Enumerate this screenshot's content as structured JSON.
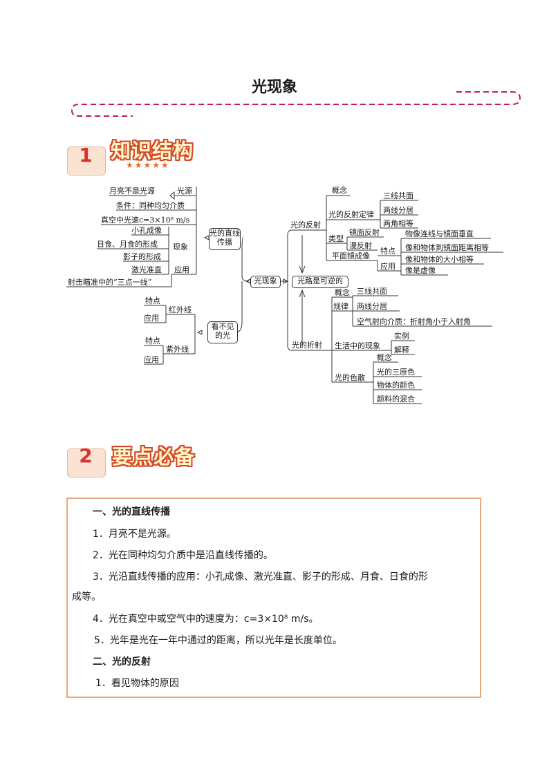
{
  "doc": {
    "title": "光现象"
  },
  "sections": [
    {
      "num": "1",
      "title": "知识结构",
      "stars": "★★★★★"
    },
    {
      "num": "2",
      "title": "要点必备"
    }
  ],
  "mindmap": {
    "center": "光现象",
    "left": {
      "straight": {
        "title": "光的直线传播",
        "items": [
          "月亮不是光源",
          "光源",
          "条件：同种均匀介质",
          "真空中光速c=3×10⁸ m/s",
          "小孔成像",
          "日食、月食的形成",
          "影子的形成",
          "激光准直",
          "射击瞄准中的“三点一线”",
          "现象",
          "应用"
        ]
      },
      "invisible": {
        "title": "看不见的光",
        "items": [
          "特点",
          "应用",
          "红外线",
          "特点",
          "应用",
          "紫外线"
        ]
      }
    },
    "right": {
      "reversible": "光路是可逆的",
      "reflection": {
        "title": "光的反射",
        "items": [
          "概念",
          "光的反射定律",
          "三线共面",
          "两线分居",
          "两角相等",
          "类型",
          "镜面反射",
          "漫反射",
          "平面镜成像",
          "特点",
          "应用",
          "物像连线与镜面垂直",
          "像和物体到镜面距离相等",
          "像和物体的大小相等",
          "像是虚像"
        ]
      },
      "refraction": {
        "title": "光的折射",
        "items": [
          "概念",
          "规律",
          "三线共面",
          "两线分居",
          "空气射向介质：折射角小于入射角",
          "生活中的现象",
          "实例",
          "解释"
        ]
      },
      "dispersion": {
        "title": "光的色散",
        "items": [
          "概念",
          "光的三原色",
          "物体的颜色",
          "颜料的混合"
        ]
      }
    }
  },
  "keypoints": {
    "h1": "一、光的直线传播",
    "p1": "1．月亮不是光源。",
    "p2": "2．光在同种均匀介质中是沿直线传播的。",
    "p3a": "3．光沿直线传播的应用：小孔成像、激光准直、影子的形成、月食、日食的形",
    "p3b": "成等。",
    "p4": "4．光在真空中或空气中的速度为：c=3×10⁸ m/s。",
    "p5": "5．光年是光在一年中通过的距离，所以光年是长度单位。",
    "h2": "二、光的反射",
    "p6": "1．看见物体的原因"
  },
  "colors": {
    "accent": "#c2185b",
    "box_border": "#e7a87c",
    "badge_bg": "#fbe3d4"
  }
}
